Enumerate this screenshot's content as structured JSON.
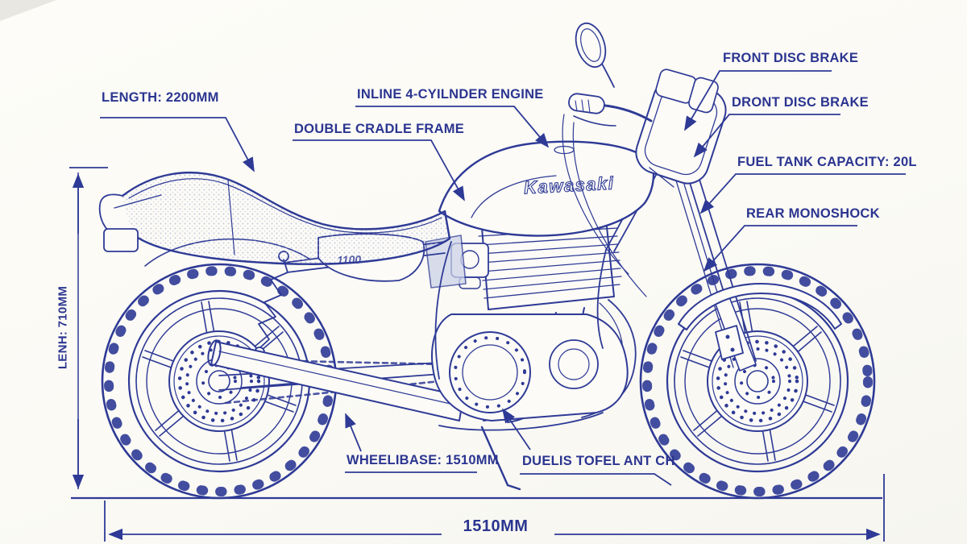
{
  "title": "Kawasaki motorcycle blueprint diagram",
  "colors": {
    "ink": "#2e3a96",
    "label_ink": "#2b3590",
    "paper": "#fbfaf5"
  },
  "branding": {
    "tank_logo": "Kawasaki",
    "side_badge": "1100"
  },
  "callouts": {
    "length": {
      "text": "LENGTH: 2200MM"
    },
    "double_cradle": {
      "text": "DOUBLE CRADLE FRAME"
    },
    "engine": {
      "text": "INLINE 4-CYILNDER ENGINE"
    },
    "front_disc": {
      "text": "FRONT DISC BRAKE"
    },
    "front_disc2": {
      "text": "DRONT DISC BRAKE"
    },
    "fuel_tank": {
      "text": "FUEL TANK CAPACITY: 20L"
    },
    "monoshock": {
      "text": "REAR MONOSHOCK"
    },
    "wheelbase": {
      "text": "WHEELIBASE: 1510MM"
    },
    "exhaust": {
      "text": "DUELIS TOFEL ANT CH"
    }
  },
  "dimensions": {
    "height_label": "LENH: 710MM",
    "bottom_label": "1510MM"
  }
}
